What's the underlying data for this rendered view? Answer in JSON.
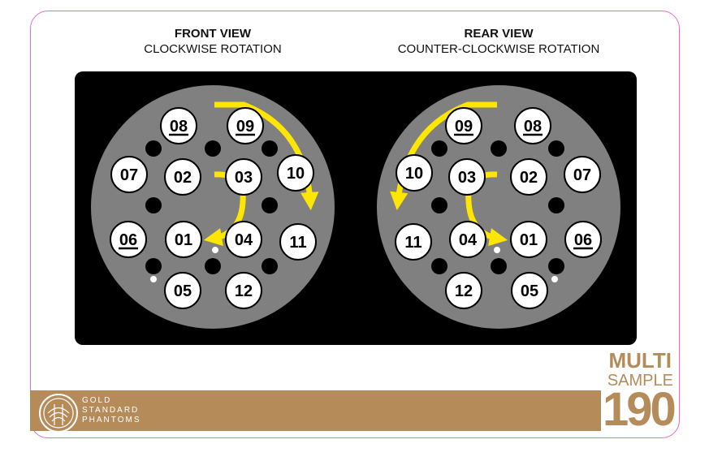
{
  "front": {
    "title": "FRONT VIEW",
    "subtitle": "CLOCKWISE ROTATION",
    "samples": [
      {
        "label": "08",
        "underline": true,
        "x": 0,
        "y": 0
      },
      {
        "label": "09",
        "underline": true,
        "x": 0,
        "y": 0
      },
      {
        "label": "07",
        "underline": false,
        "x": 0,
        "y": 0
      },
      {
        "label": "02",
        "underline": false,
        "x": 0,
        "y": 0
      },
      {
        "label": "03",
        "underline": false,
        "x": 0,
        "y": 0
      },
      {
        "label": "10",
        "underline": false,
        "x": 0,
        "y": 0
      },
      {
        "label": "06",
        "underline": true,
        "x": 0,
        "y": 0
      },
      {
        "label": "01",
        "underline": false,
        "x": 0,
        "y": 0
      },
      {
        "label": "04",
        "underline": false,
        "x": 0,
        "y": 0
      },
      {
        "label": "11",
        "underline": false,
        "x": 0,
        "y": 0
      },
      {
        "label": "05",
        "underline": false,
        "x": 0,
        "y": 0
      },
      {
        "label": "12",
        "underline": false,
        "x": 0,
        "y": 0
      }
    ]
  },
  "rear": {
    "title": "REAR VIEW",
    "subtitle": "COUNTER-CLOCKWISE ROTATION",
    "samples": [
      {
        "label": "09",
        "underline": true
      },
      {
        "label": "08",
        "underline": true
      },
      {
        "label": "10",
        "underline": false
      },
      {
        "label": "03",
        "underline": false
      },
      {
        "label": "02",
        "underline": false
      },
      {
        "label": "07",
        "underline": false
      },
      {
        "label": "11",
        "underline": false
      },
      {
        "label": "04",
        "underline": false
      },
      {
        "label": "01",
        "underline": false
      },
      {
        "label": "06",
        "underline": true
      },
      {
        "label": "12",
        "underline": false
      },
      {
        "label": "05",
        "underline": false
      }
    ]
  },
  "brand": {
    "line1": "GOLD",
    "line2": "STANDARD",
    "line3": "PHANTOMS",
    "product_line1": "MULTI",
    "product_line2": "SAMPLE",
    "product_number": "190"
  },
  "colors": {
    "accent_gold": "#b58b59",
    "arrow_yellow": "#ffe600",
    "disc_gray": "#808080",
    "border_pink": "#e36fc4"
  }
}
